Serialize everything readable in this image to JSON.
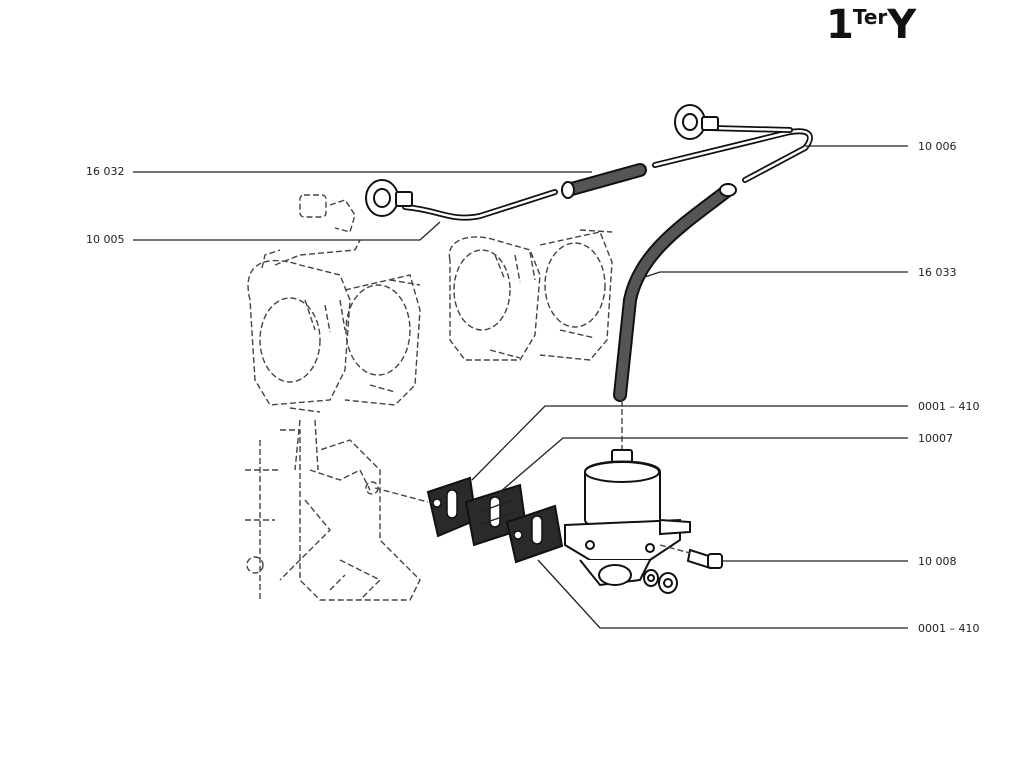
{
  "header": {
    "title_main_1": "1",
    "title_sup": "Ter",
    "title_main_2": "Y"
  },
  "labels": {
    "part_16032": "16 032",
    "part_10005": "10 005",
    "part_10006": "10 006",
    "part_16033": "16 033",
    "part_0001_410_top": "0001 – 410",
    "part_10007": "10007",
    "part_10008": "10 008",
    "part_0001_410_bottom": "0001 – 410"
  },
  "colors": {
    "line": "#111111",
    "dashed": "#444444",
    "background": "#ffffff"
  }
}
